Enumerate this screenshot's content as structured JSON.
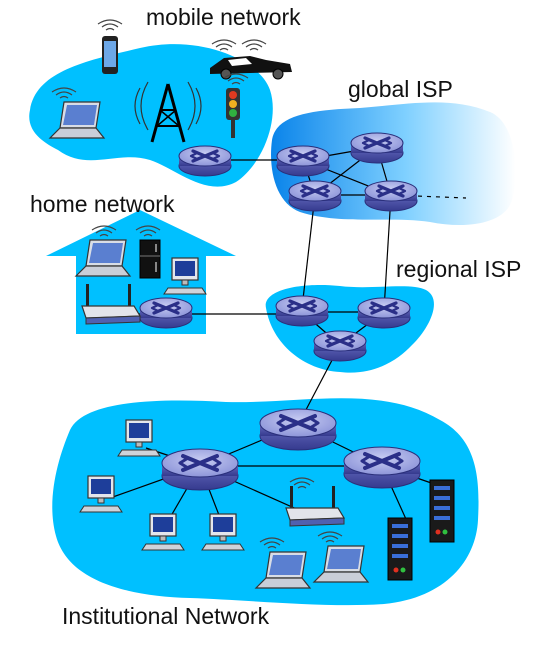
{
  "diagram": {
    "labels": {
      "mobile_network": "mobile network",
      "global_isp": "global ISP",
      "home_network": "home network",
      "regional_isp": "regional ISP",
      "institutional_network": "Institutional Network"
    },
    "colors": {
      "network_cloud": "#00bfff",
      "isp_gradient_start": "#0088ee",
      "isp_gradient_end": "#ffffff",
      "router_body": "#5a5fb0",
      "router_top": "#9aa2e0",
      "router_cross": "#2a2f88",
      "link": "#000000"
    },
    "icons": [
      "router-icon",
      "laptop-icon",
      "desktop-pc-icon",
      "smartphone-icon",
      "car-icon",
      "traffic-light-icon",
      "cell-tower-icon",
      "wifi-router-icon",
      "refrigerator-icon",
      "server-rack-icon"
    ]
  }
}
